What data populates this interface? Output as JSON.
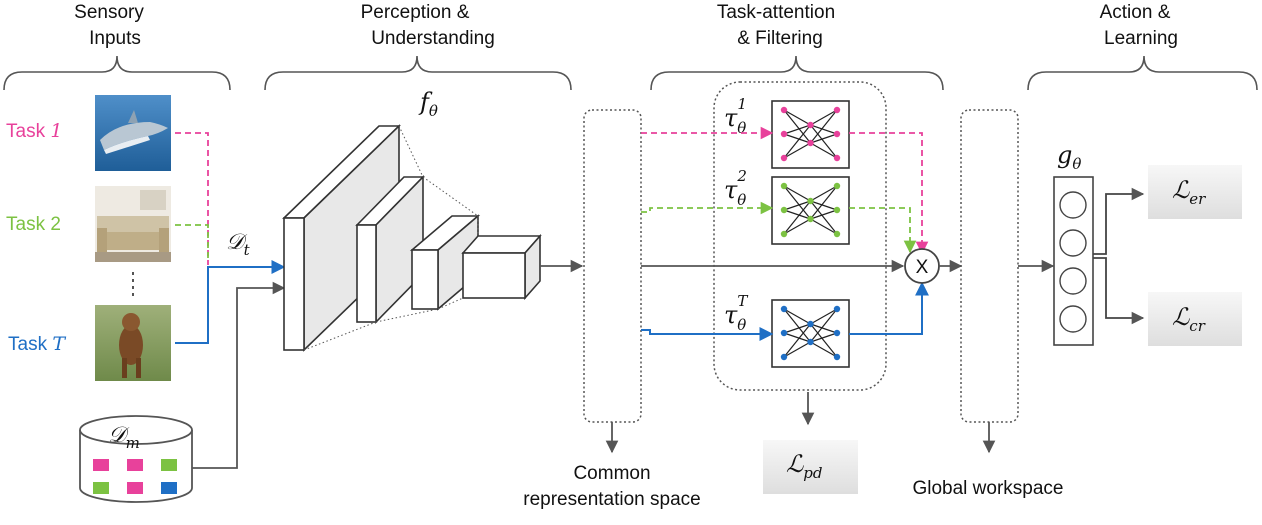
{
  "headings": {
    "sensory": [
      "Sensory",
      "Inputs"
    ],
    "perception": [
      "Perception &",
      "Understanding"
    ],
    "task_attention": [
      "Task-attention",
      "& Filtering"
    ],
    "action": [
      "Action &",
      "Learning"
    ]
  },
  "tasks": [
    {
      "prefix": "Task ",
      "id": "1",
      "color": "#e8419b"
    },
    {
      "prefix": "Task 2",
      "id": "",
      "color": "#7cc242"
    },
    {
      "prefix": "Task ",
      "id": "T",
      "color": "#1f6fc5"
    }
  ],
  "images": [
    "shark",
    "sofa",
    "dog"
  ],
  "math": {
    "f": "f",
    "f_sub": "θ",
    "Dt": "𝒟",
    "Dt_sub": "t",
    "Dm": "𝒟",
    "Dm_sub": "m",
    "g": "g",
    "g_sub": "θ",
    "tau": "τ",
    "tau_sub": "θ",
    "tau1_sup": "1",
    "tau2_sup": "2",
    "tauT_sup": "T",
    "L": "ℒ",
    "L_er": "er",
    "L_cr": "cr",
    "L_pd": "pd",
    "times": "X"
  },
  "labels": {
    "common": [
      "Common",
      "representation space"
    ],
    "global": "Global workspace"
  },
  "colors": {
    "pink": "#e8419b",
    "green": "#7cc242",
    "blue": "#1f6fc5",
    "arrow_gray": "#555555",
    "loss_box": "#e6e6e6"
  },
  "buffer_swatches": [
    "pink",
    "pink",
    "green",
    "green",
    "pink",
    "blue"
  ]
}
